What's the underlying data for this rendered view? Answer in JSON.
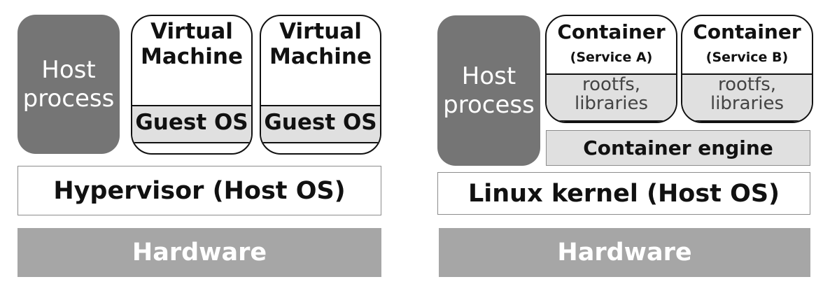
{
  "vm_stack": {
    "host_process": "Host\nprocess",
    "virtual_machines": [
      {
        "title": "Virtual\nMachine",
        "guest_os": "Guest OS"
      },
      {
        "title": "Virtual\nMachine",
        "guest_os": "Guest OS"
      }
    ],
    "hypervisor": "Hypervisor (Host OS)",
    "hardware": "Hardware"
  },
  "container_stack": {
    "host_process": "Host\nprocess",
    "containers": [
      {
        "title": "Container",
        "service": "(Service A)",
        "libs": "rootfs,\nlibraries"
      },
      {
        "title": "Container",
        "service": "(Service B)",
        "libs": "rootfs,\nlibraries"
      }
    ],
    "engine": "Container engine",
    "kernel": "Linux kernel (Host OS)",
    "hardware": "Hardware"
  },
  "colors": {
    "host_process_fill": "#757575",
    "band_fill": "#e0e0e0",
    "hardware_fill": "#a6a6a6",
    "outline": "#111111"
  }
}
